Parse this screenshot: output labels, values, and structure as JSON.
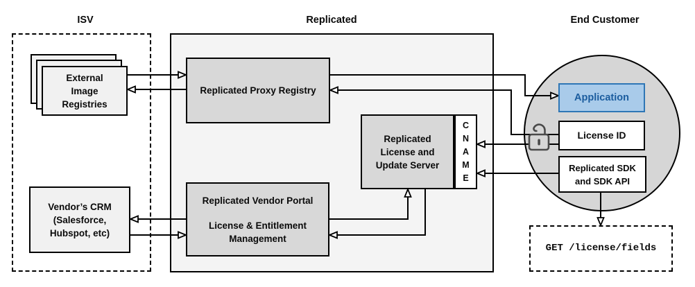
{
  "titles": {
    "isv": "ISV",
    "replicated": "Replicated",
    "end_customer": "End Customer"
  },
  "isv": {
    "registries": {
      "lines": [
        "External",
        "Image",
        "Registries"
      ]
    },
    "crm": {
      "lines": [
        "Vendor’s CRM",
        "(Salesforce,",
        "Hubspot, etc)"
      ]
    }
  },
  "replicated": {
    "proxy_registry": {
      "label": "Replicated Proxy Registry"
    },
    "license_server": {
      "lines": [
        "Replicated",
        "License and",
        "Update Server"
      ]
    },
    "cname": {
      "letters": [
        "C",
        "N",
        "A",
        "M",
        "E"
      ]
    },
    "vendor_portal": {
      "title": "Replicated Vendor Portal",
      "lines": [
        "License & Entitlement",
        "Management"
      ]
    }
  },
  "end_customer": {
    "application": {
      "label": "Application"
    },
    "license_id": {
      "label": "License ID"
    },
    "sdk": {
      "lines": [
        "Replicated SDK",
        "and SDK API"
      ]
    },
    "request": {
      "label": "GET /license/fields"
    }
  },
  "icons": {
    "lock": "open-padlock-icon"
  },
  "colors": {
    "panel_gray": "#F4F4F4",
    "box_gray": "#D8D8D8",
    "light_box": "#F1F1F1",
    "circle_gray": "#D6D6D6",
    "white": "#FFFFFF",
    "app_fill": "#A9CBEA",
    "app_border": "#2E76B5",
    "app_text": "#1A5C9E",
    "line": "#000000",
    "lock_stroke": "#4A4A4A"
  }
}
